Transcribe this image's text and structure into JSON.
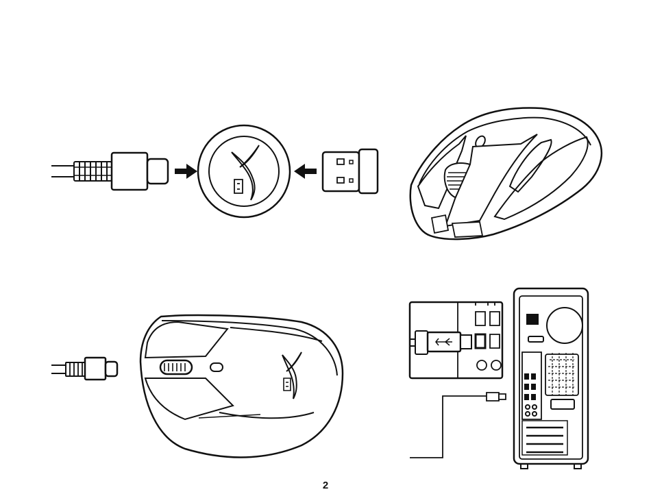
{
  "page": {
    "page_number": "2",
    "colors": {
      "ink": "#111111",
      "paper": "#ffffff"
    },
    "figures": [
      {
        "icon": "usb-c-cable-to-adapter"
      },
      {
        "icon": "wireless-mouse-side-view"
      },
      {
        "icon": "mouse-usb-c-charging-cable"
      },
      {
        "icon": "pc-tower-usb-connection"
      }
    ]
  }
}
